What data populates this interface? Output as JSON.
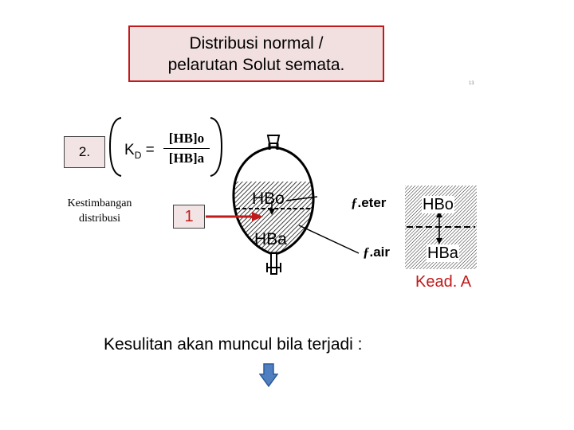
{
  "title": {
    "line1": "Distribusi normal /",
    "line2": "pelarutan Solut semata."
  },
  "slide_number": "13",
  "item_number": "2.",
  "equation": {
    "k_main": "K",
    "k_sub": "D",
    "equals": "=",
    "numerator": "[HB]o",
    "denominator": "[HB]a"
  },
  "caption": {
    "line1": "Kestimbangan",
    "line2": "distribusi"
  },
  "ratio_value": "1",
  "funnel": {
    "upper_label": "HBo",
    "lower_label": "HBa"
  },
  "phases": {
    "upper": {
      "prefix": "ƒ",
      "name": ".eter",
      "species": "HBo"
    },
    "lower": {
      "prefix": "ƒ",
      "name": ".air",
      "species": "HBa"
    }
  },
  "state_label": "Kead. A",
  "difficulty_text": "Kesulitan akan muncul bila terjadi :",
  "colors": {
    "title_border": "#c11a1a",
    "title_fill": "#f2e0e0",
    "accent_red": "#c11a1a",
    "arrow_blue": "#4f7fc0"
  },
  "icons": {
    "arrow": "down-arrow-icon",
    "funnel": "separatory-funnel-icon"
  }
}
